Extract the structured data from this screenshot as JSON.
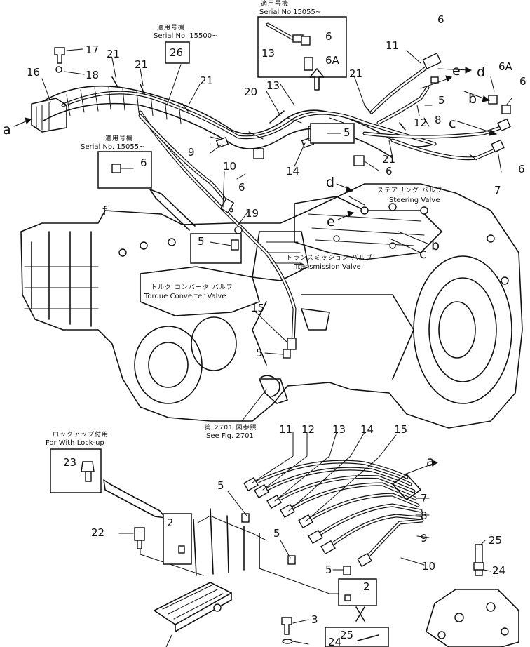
{
  "callouts": {
    "n2": "2",
    "n3": "3",
    "n5": "5",
    "n6": "6",
    "n6a": "6A",
    "n7": "7",
    "n8": "8",
    "n9": "9",
    "n10": "10",
    "n11": "11",
    "n12": "12",
    "n13": "13",
    "n14": "14",
    "n15": "15",
    "n16": "16",
    "n17": "17",
    "n18": "18",
    "n19": "19",
    "n20": "20",
    "n21": "21",
    "n22": "22",
    "n23": "23",
    "n24": "24",
    "n25": "25",
    "n26": "26"
  },
  "letters": {
    "a": "a",
    "b": "b",
    "c": "c",
    "d": "d",
    "e": "e",
    "f": "f"
  },
  "serial_notes": {
    "top_jp": "適用号機",
    "top_en": "Serial No.15055~",
    "mid_jp": "適用号機",
    "mid_en": "Serial  No. 15500~",
    "left_jp": "適用号機",
    "left_en": "Serial No. 15055~"
  },
  "labels": {
    "steering_jp": "ステアリング バルブ",
    "steering_en": "Steering Valve",
    "transmission_jp": "トランスミッション バルブ",
    "transmission_en": "Transmission Valve",
    "torque_jp": "トルク コンバータ バルブ",
    "torque_en": "Torque Converter Valve",
    "seefig_jp": "第 2701 図参照",
    "seefig_en": "See Fig. 2701",
    "lockup_jp": "ロックアップ付用",
    "lockup_en": "For With Lock-up"
  }
}
